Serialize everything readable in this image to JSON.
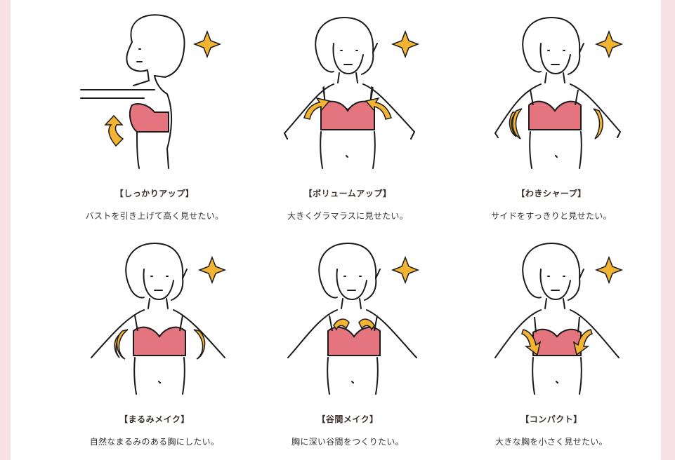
{
  "colors": {
    "background": "#f7e1e6",
    "panel": "#ffffff",
    "bra": "#e4747d",
    "sparkle": "#f2b431",
    "line": "#1a1a1a"
  },
  "items": [
    {
      "title": "【しっかりアップ】",
      "desc": "バストを引き上げて高く見せたい。",
      "icon": "side-profile-lift-arrow"
    },
    {
      "title": "【ボリュームアップ】",
      "desc": "大きくグラマラスに見せたい。",
      "icon": "volume-up-arrows"
    },
    {
      "title": "【わきシャープ】",
      "desc": "サイドをすっきりと見せたい。",
      "icon": "side-sharp-arrows"
    },
    {
      "title": "【まるみメイク】",
      "desc": "自然なまるみのある胸にしたい。",
      "icon": "roundness-arrows"
    },
    {
      "title": "【谷間メイク】",
      "desc": "胸に深い谷間をつくりたい。",
      "icon": "cleavage-arrows"
    },
    {
      "title": "【コンパクト】",
      "desc": "大きな胸を小さく見せたい。",
      "icon": "compact-arrows"
    }
  ]
}
